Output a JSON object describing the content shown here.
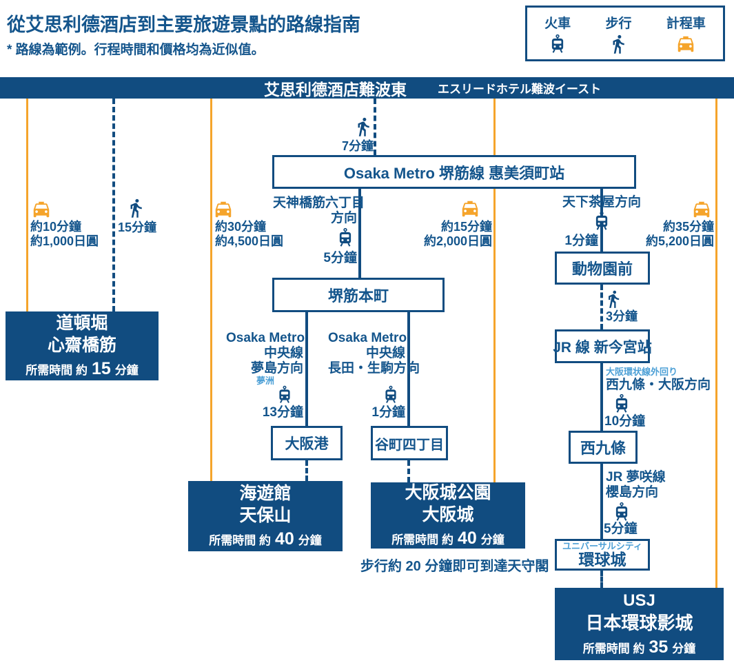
{
  "title": "從艾思利德酒店到主要旅遊景點的路線指南",
  "subtitle": "* 路線為範例。行程時間和價格均為近似值。",
  "colors": {
    "navy": "#114C80",
    "text_blue": "#14558C",
    "light_blue": "#4DA0D6",
    "orange": "#F5A42B"
  },
  "legend": {
    "train": "火車",
    "walk": "步行",
    "taxi": "計程車"
  },
  "hotel": {
    "zh": "艾思利德酒店難波東",
    "ja": "エスリードホテル難波イースト"
  },
  "stations": {
    "ebisucho": "Osaka Metro 堺筋線 惠美須町站",
    "hommachi": "堺筋本町",
    "osakako": "大阪港",
    "tanimachi4": "谷町四丁目",
    "dobutsuenmae": "動物園前",
    "shinimamiya": "JR 線 新今宮站",
    "nishikujo": "西九條",
    "universalcity_ja": "ユニバーサルシティ",
    "universalcity": "環球城"
  },
  "taxi": {
    "dotonbori": {
      "time": "約10分鐘",
      "fare": "約1,000日圓"
    },
    "kaiyukan": {
      "time": "約30分鐘",
      "fare": "約4,500日圓"
    },
    "castle": {
      "time": "約15分鐘",
      "fare": "約2,000日圓"
    },
    "usj": {
      "time": "約35分鐘",
      "fare": "約5,200日圓"
    }
  },
  "walk": {
    "hotel_to_metro": "7分鐘",
    "dotonbori": "15分鐘",
    "zoo": "3分鐘"
  },
  "train": {
    "sakaisuji": {
      "dir1": "天神橋筋六丁目",
      "dir2": "方向",
      "time": "5分鐘"
    },
    "chuo_yumeshima": {
      "operator": "Osaka Metro",
      "line": "中央線",
      "dir": "夢島方向",
      "dir_ja": "夢洲",
      "time": "13分鐘"
    },
    "chuo_nagata": {
      "operator": "Osaka Metro",
      "line": "中央線",
      "dir": "長田・生駒方向",
      "time": "1分鐘"
    },
    "sakaisuji_south": {
      "dir": "天下茶屋方向",
      "time": "1分鐘"
    },
    "loop": {
      "note": "大阪環状線外回り",
      "dir": "西九條・大阪方向",
      "time": "10分鐘"
    },
    "yumesaki": {
      "line": "JR 夢咲線",
      "dir": "櫻島方向",
      "time": "5分鐘"
    }
  },
  "dest": {
    "dotonbori": {
      "l1": "道頓堀",
      "l2": "心齋橋筋",
      "tl": "所需時間 約",
      "tv": "15",
      "tu": "分鐘"
    },
    "kaiyukan": {
      "l1": "海遊館",
      "l2": "天保山",
      "tl": "所需時間 約",
      "tv": "40",
      "tu": "分鐘"
    },
    "castle": {
      "l1": "大阪城公園",
      "l2": "大阪城",
      "tl": "所需時間 約",
      "tv": "40",
      "tu": "分鐘",
      "note": "步行約 20 分鐘即可到達天守閣"
    },
    "usj": {
      "l1": "USJ",
      "l2": "日本環球影城",
      "tl": "所需時間 約",
      "tv": "35",
      "tu": "分鐘"
    }
  }
}
